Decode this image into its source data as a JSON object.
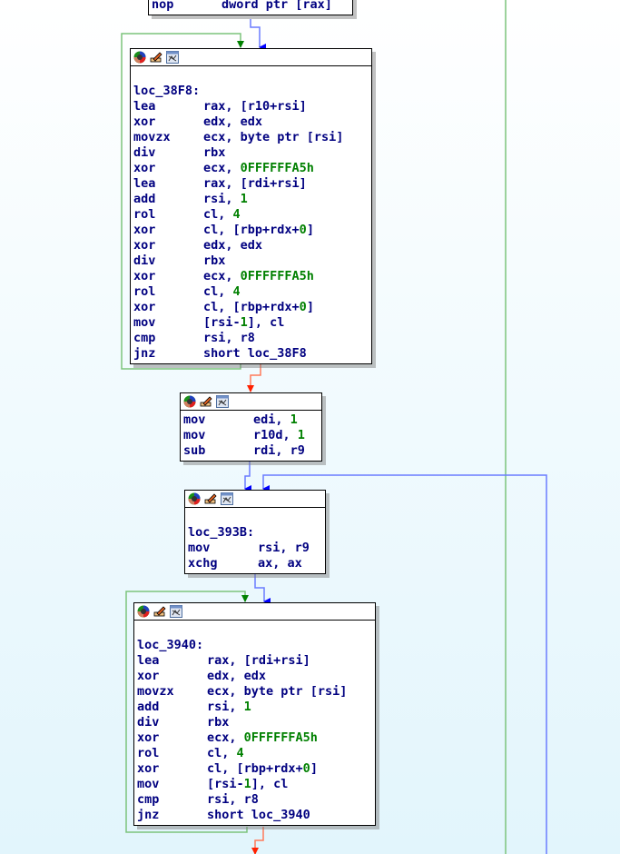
{
  "colors": {
    "text": "#000080",
    "number": "#008000",
    "edge_true": "#008000",
    "edge_false": "#ff2000",
    "edge_jump": "#0000ff"
  },
  "header_icons": [
    "color-palette-icon",
    "edit-pencil-icon",
    "graph-overview-icon"
  ],
  "blocks": [
    {
      "id": "b0",
      "label": null,
      "lines": [
        {
          "m": "nop",
          "o": [
            "dword ptr [rax]"
          ]
        }
      ]
    },
    {
      "id": "b1",
      "label": "loc_38F8:",
      "lines": [
        {
          "m": "lea",
          "o": [
            "rax, [r10+rsi]"
          ]
        },
        {
          "m": "xor",
          "o": [
            "edx, edx"
          ]
        },
        {
          "m": "movzx",
          "o": [
            "ecx, byte ptr [rsi]"
          ]
        },
        {
          "m": "div",
          "o": [
            "rbx"
          ]
        },
        {
          "m": "xor",
          "o": [
            "ecx, ",
            "0FFFFFFA5h"
          ]
        },
        {
          "m": "lea",
          "o": [
            "rax, [rdi+rsi]"
          ]
        },
        {
          "m": "add",
          "o": [
            "rsi, ",
            "1"
          ]
        },
        {
          "m": "rol",
          "o": [
            "cl, ",
            "4"
          ]
        },
        {
          "m": "xor",
          "o": [
            "cl, [rbp+rdx+",
            "0",
            "]"
          ]
        },
        {
          "m": "xor",
          "o": [
            "edx, edx"
          ]
        },
        {
          "m": "div",
          "o": [
            "rbx"
          ]
        },
        {
          "m": "xor",
          "o": [
            "ecx, ",
            "0FFFFFFA5h"
          ]
        },
        {
          "m": "rol",
          "o": [
            "cl, ",
            "4"
          ]
        },
        {
          "m": "xor",
          "o": [
            "cl, [rbp+rdx+",
            "0",
            "]"
          ]
        },
        {
          "m": "mov",
          "o": [
            "[rsi-",
            "1",
            "], cl"
          ]
        },
        {
          "m": "cmp",
          "o": [
            "rsi, r8"
          ]
        },
        {
          "m": "jnz",
          "o": [
            "short loc_38F8"
          ]
        }
      ]
    },
    {
      "id": "b2",
      "label": null,
      "lines": [
        {
          "m": "mov",
          "o": [
            "edi, ",
            "1"
          ]
        },
        {
          "m": "mov",
          "o": [
            "r10d, ",
            "1"
          ]
        },
        {
          "m": "sub",
          "o": [
            "rdi, r9"
          ]
        }
      ]
    },
    {
      "id": "b3",
      "label": "loc_393B:",
      "lines": [
        {
          "m": "mov",
          "o": [
            "rsi, r9"
          ]
        },
        {
          "m": "xchg",
          "o": [
            "ax, ax"
          ]
        }
      ]
    },
    {
      "id": "b4",
      "label": "loc_3940:",
      "lines": [
        {
          "m": "lea",
          "o": [
            "rax, [rdi+rsi]"
          ]
        },
        {
          "m": "xor",
          "o": [
            "edx, edx"
          ]
        },
        {
          "m": "movzx",
          "o": [
            "ecx, byte ptr [rsi]"
          ]
        },
        {
          "m": "add",
          "o": [
            "rsi, ",
            "1"
          ]
        },
        {
          "m": "div",
          "o": [
            "rbx"
          ]
        },
        {
          "m": "xor",
          "o": [
            "ecx, ",
            "0FFFFFFA5h"
          ]
        },
        {
          "m": "rol",
          "o": [
            "cl, ",
            "4"
          ]
        },
        {
          "m": "xor",
          "o": [
            "cl, [rbp+rdx+",
            "0",
            "]"
          ]
        },
        {
          "m": "mov",
          "o": [
            "[rsi-",
            "1",
            "], cl"
          ]
        },
        {
          "m": "cmp",
          "o": [
            "rsi, r8"
          ]
        },
        {
          "m": "jnz",
          "o": [
            "short loc_3940"
          ]
        }
      ]
    }
  ]
}
